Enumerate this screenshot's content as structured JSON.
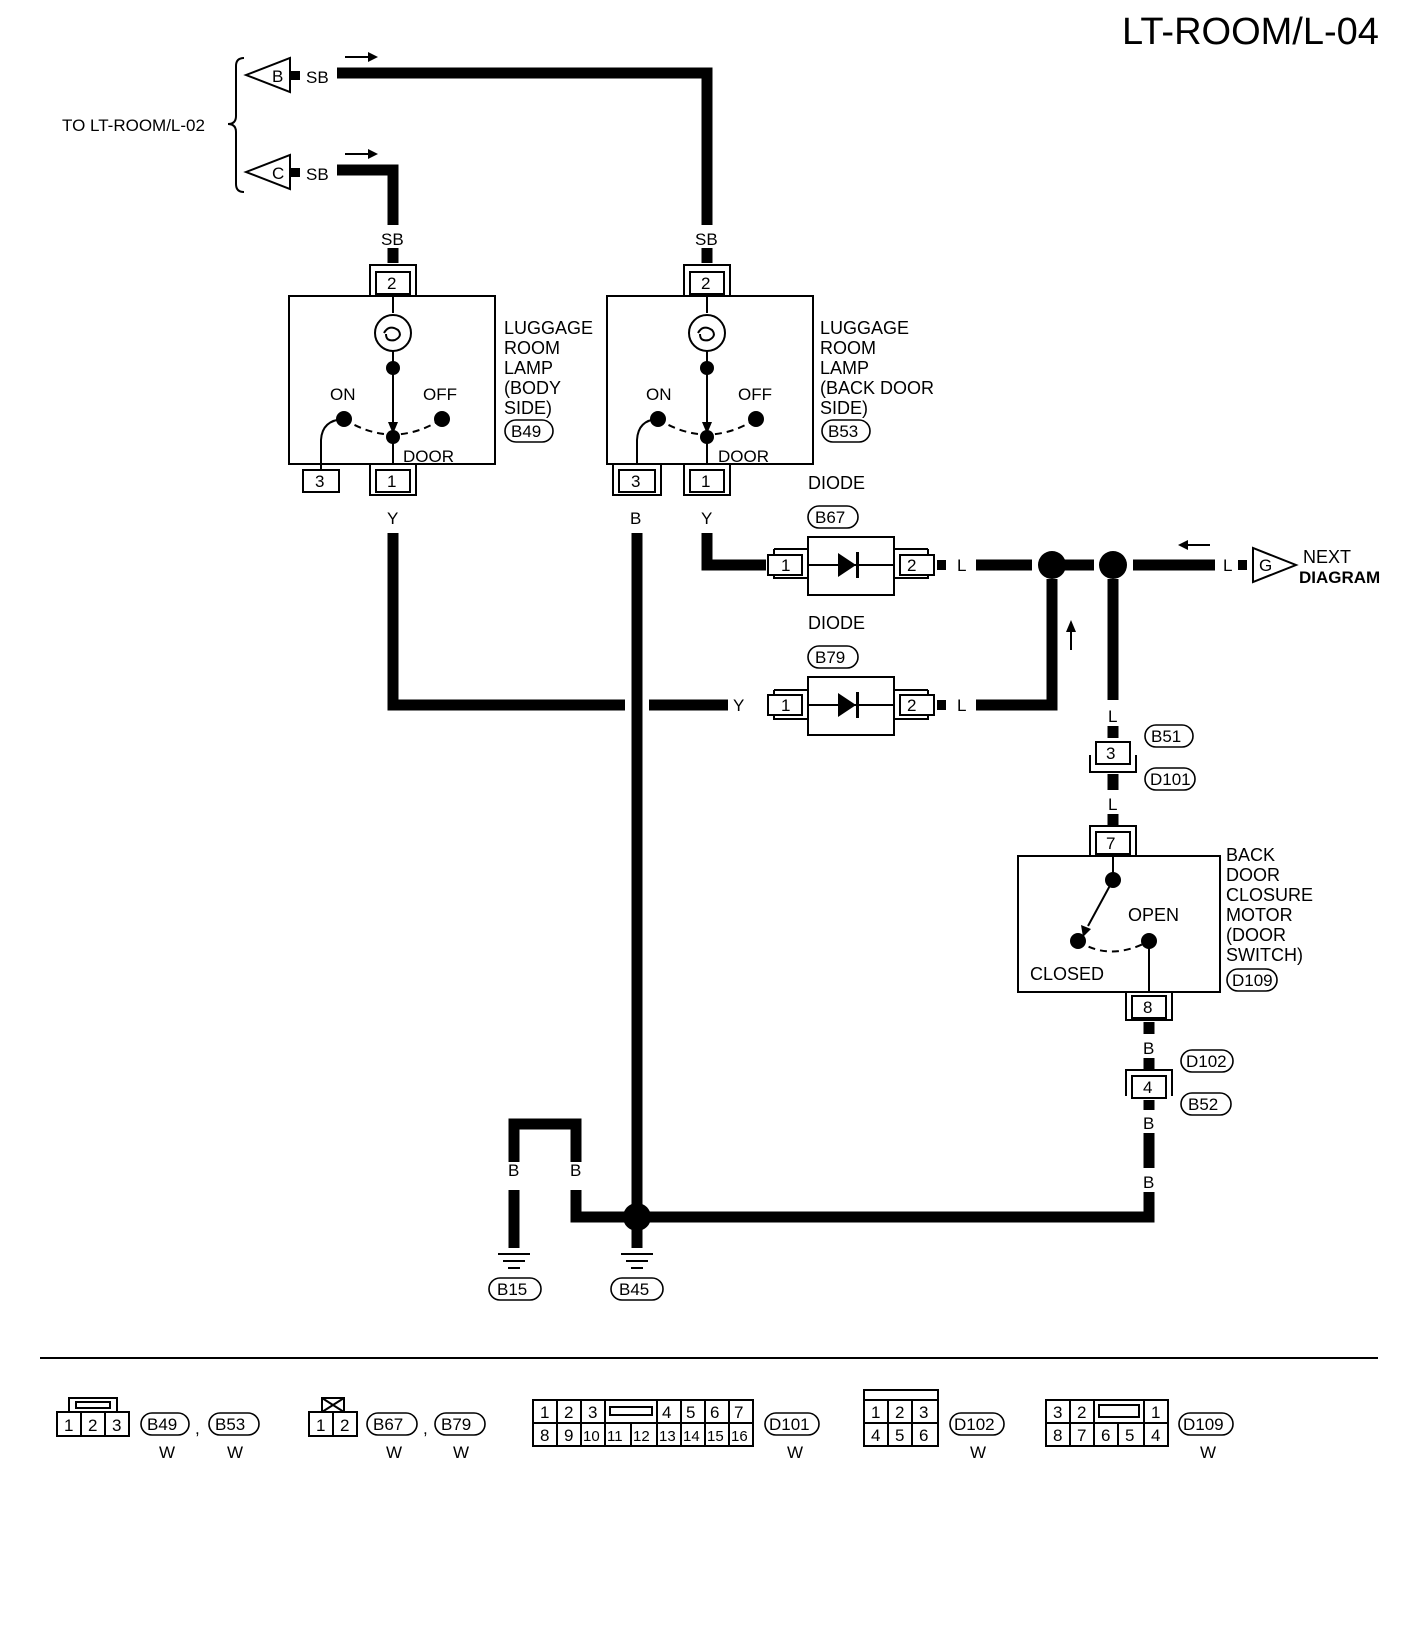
{
  "title": "LT-ROOM/L-04",
  "to_page": "TO LT-ROOM/L-02",
  "next_diagram": [
    "NEXT",
    "DIAGRAM"
  ],
  "refs": {
    "b": "B",
    "c": "C",
    "g": "G"
  },
  "wire_colors": {
    "sb": "SB",
    "y": "Y",
    "b": "B",
    "l": "L"
  },
  "lamp_body": {
    "name": [
      "LUGGAGE",
      "ROOM",
      "LAMP",
      "(BODY",
      " SIDE)"
    ],
    "connector": "B49",
    "terminals": {
      "top": "2",
      "left": "3",
      "right": "1"
    },
    "switch": {
      "on": "ON",
      "off": "OFF",
      "door": "DOOR"
    }
  },
  "lamp_back_door": {
    "name": [
      "LUGGAGE",
      "ROOM",
      "LAMP",
      "(BACK DOOR",
      " SIDE)"
    ],
    "connector": "B53",
    "terminals": {
      "top": "2",
      "left": "3",
      "right": "1"
    },
    "switch": {
      "on": "ON",
      "off": "OFF",
      "door": "DOOR"
    }
  },
  "diode_upper": {
    "label": "DIODE",
    "connector": "B67",
    "pin_in": "1",
    "pin_out": "2"
  },
  "diode_lower": {
    "label": "DIODE",
    "connector": "B79",
    "pin_in": "1",
    "pin_out": "2"
  },
  "joint_b51_d101": {
    "top": "B51",
    "bottom": "D101",
    "pin": "3"
  },
  "motor": {
    "name": [
      "BACK",
      "DOOR",
      "CLOSURE",
      "MOTOR",
      "(DOOR",
      " SWITCH)"
    ],
    "connector": "D109",
    "terminals": {
      "top": "7",
      "bottom": "8"
    },
    "open": "OPEN",
    "closed": "CLOSED"
  },
  "joint_d102_b52": {
    "top": "D102",
    "bottom": "B52",
    "pin": "4"
  },
  "grounds": [
    "B15",
    "B45"
  ],
  "connector_views": [
    {
      "pins_row1": [
        "1",
        "2",
        "3"
      ],
      "labels": [
        "B49",
        "B53"
      ],
      "colors": [
        "W",
        "W"
      ]
    },
    {
      "pins_row1": [
        "1",
        "2"
      ],
      "labels": [
        "B67",
        "B79"
      ],
      "colors": [
        "W",
        "W"
      ]
    },
    {
      "pins_row1": [
        "1",
        "2",
        "3",
        "4",
        "5",
        "6",
        "7"
      ],
      "pins_row2": [
        "8",
        "9",
        "10",
        "11",
        "12",
        "13",
        "14",
        "15",
        "16"
      ],
      "labels": [
        "D101"
      ],
      "colors": [
        "W"
      ]
    },
    {
      "pins_row1": [
        "1",
        "2",
        "3"
      ],
      "pins_row2": [
        "4",
        "5",
        "6"
      ],
      "labels": [
        "D102"
      ],
      "colors": [
        "W"
      ]
    },
    {
      "pins_row1": [
        "3",
        "2",
        "1"
      ],
      "pins_row2": [
        "8",
        "7",
        "6",
        "5",
        "4"
      ],
      "labels": [
        "D109"
      ],
      "colors": [
        "W"
      ]
    }
  ]
}
